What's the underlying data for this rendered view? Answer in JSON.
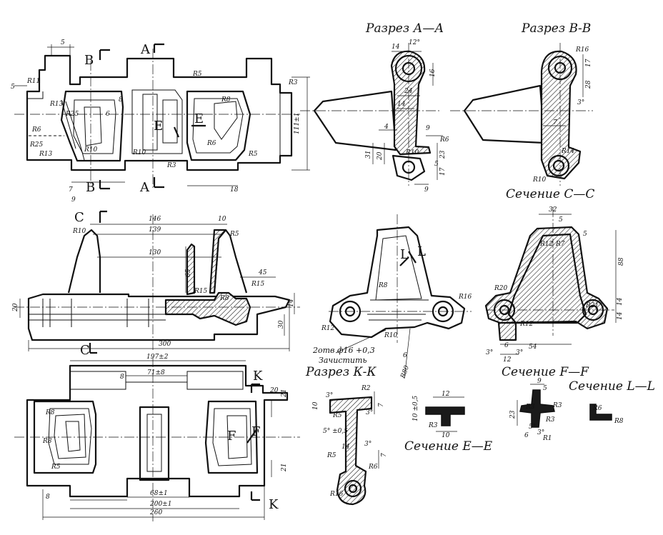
{
  "titles": {
    "sec_aa": "Разрез А—А",
    "sec_bb": "Разрез В-В",
    "sec_cc": "Сечение С—С",
    "sec_kk": "Разрез К-К",
    "sec_ee": "Сечение Е—Е",
    "sec_ff": "Сечение F—F",
    "sec_ll": "Сечение L—L"
  },
  "letters": {
    "A": "A",
    "B": "B",
    "C": "C",
    "E": "E",
    "K": "K",
    "F": "F",
    "L": "L"
  },
  "dims": {
    "top": [
      "R11",
      "5",
      "R3",
      "R5",
      "R8",
      "R13",
      "R25",
      "R6",
      "R25",
      "R13",
      "R6",
      "R10",
      "R5",
      "R3",
      "R6",
      "R8",
      "6",
      "8",
      "111±1",
      "7",
      "9",
      "18",
      "R10",
      "R10"
    ],
    "mid": [
      "146",
      "139",
      "130",
      "10",
      "R5",
      "R10",
      "65",
      "45",
      "R15",
      "R15",
      "R8",
      "20",
      "14",
      "30",
      "300"
    ],
    "bottom": [
      "197±2",
      "71±8",
      "8",
      "20",
      "21",
      "21",
      "R8",
      "R8",
      "R5",
      "8",
      "68±1",
      "200±1",
      "260"
    ],
    "aa": [
      "14",
      "12°",
      "16",
      "24",
      "14",
      "4",
      "9",
      "R6",
      "31",
      "20",
      "R10",
      "23",
      "5",
      "17",
      "9"
    ],
    "bb": [
      "R16",
      "17",
      "28",
      "3°",
      "7",
      "R14",
      "R10"
    ],
    "cc": [
      "32",
      "5",
      "5",
      "R12",
      "R7",
      "88",
      "R20",
      "R21",
      "14",
      "14",
      "R12",
      "3°",
      "6",
      "3°",
      "54",
      "12"
    ],
    "center": [
      "R8",
      "R16",
      "R12",
      "R10",
      "2отв ф16 +0,3",
      "Зачистить",
      "6",
      "R80"
    ],
    "kk": [
      "3°",
      "R2",
      "10",
      "R5",
      "3°",
      "7",
      "5° ±0,5",
      "14",
      "3°",
      "R5",
      "R6",
      "7",
      "R16"
    ],
    "ee": [
      "12",
      "10 ±0,5",
      "R3",
      "10"
    ],
    "ff": [
      "9",
      "5",
      "R3",
      "R3",
      "23",
      "R3",
      "5°",
      "3°",
      "6",
      "R1"
    ],
    "ll": [
      "R6",
      "R8"
    ]
  }
}
